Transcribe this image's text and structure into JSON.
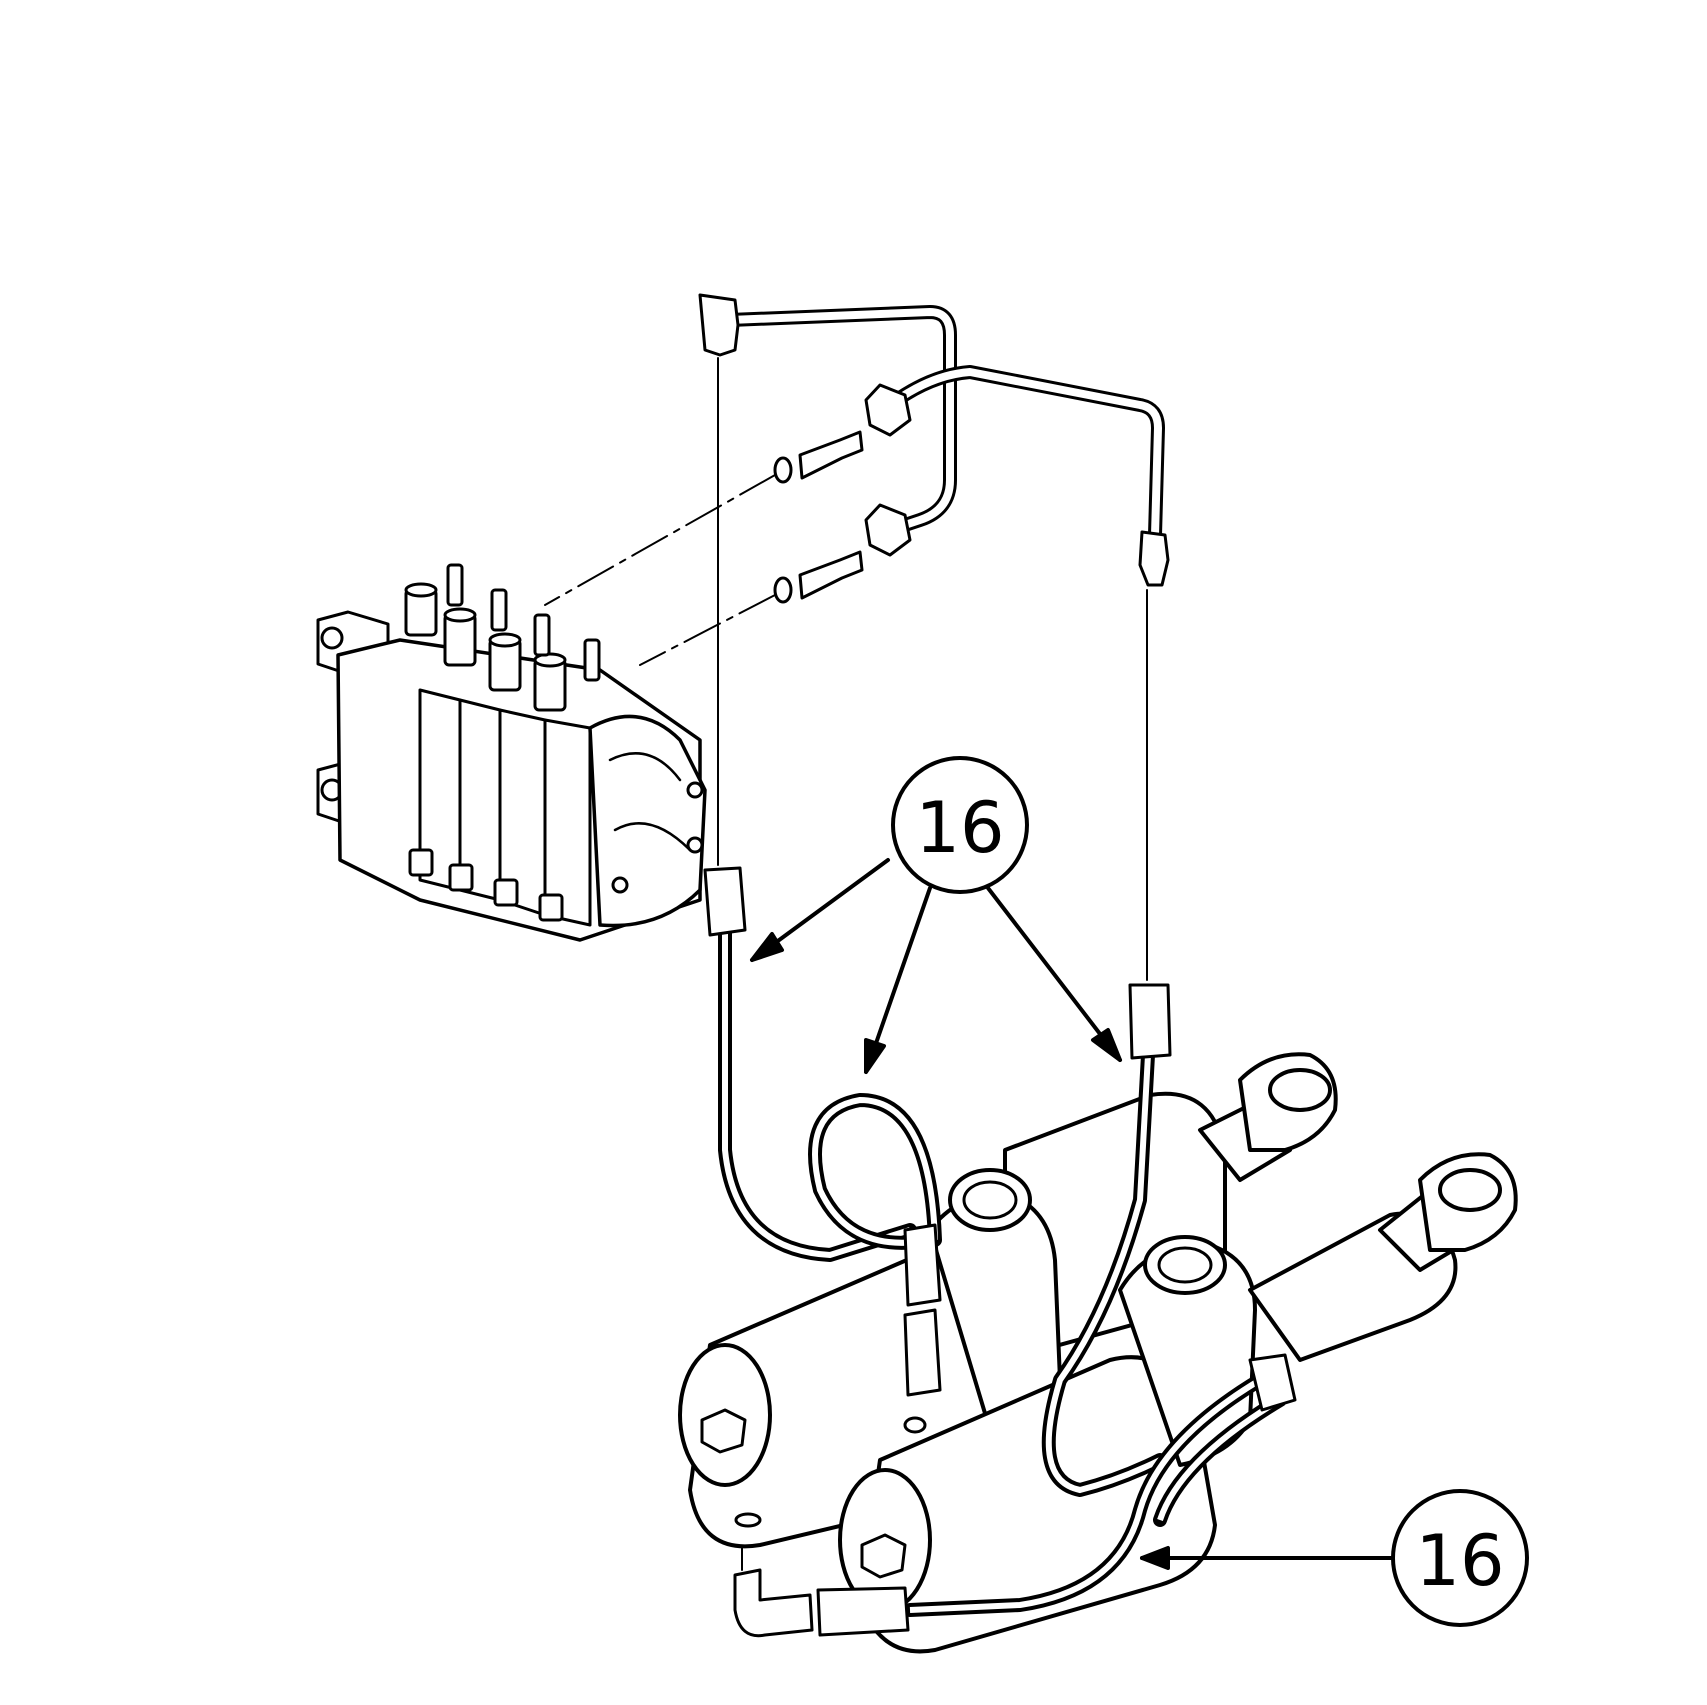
{
  "callouts": [
    {
      "id": "callout-top",
      "text": "16"
    },
    {
      "id": "callout-bottom",
      "text": "16"
    }
  ],
  "colors": {
    "ink": "#000000",
    "background": "#ffffff"
  }
}
